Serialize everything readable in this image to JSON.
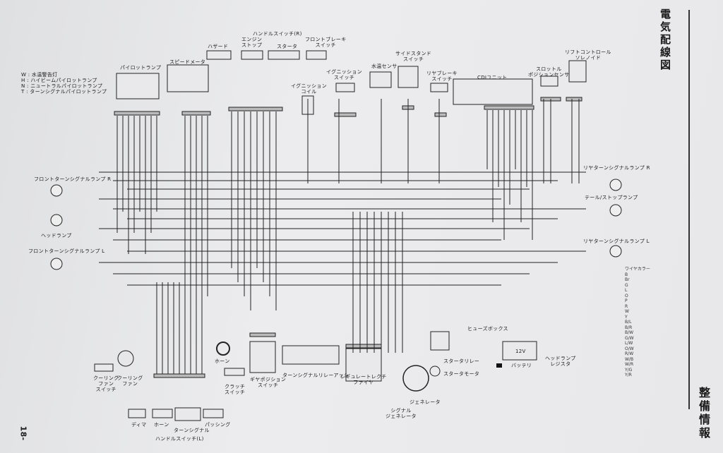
{
  "title": "電気配線図",
  "section": "整備情報",
  "page_number": "18-",
  "legend": [
    "W : 水温警告灯",
    "H : ハイビームパイロットランプ",
    "N : ニュートラルパイロットランプ",
    "T : ターンシグナルパイロットランプ"
  ],
  "components": {
    "pilot_lamp": "パイロットランプ",
    "speedometer": "スピードメータ",
    "handle_switch_r": "ハンドルスイッチ(R)",
    "hazard": "ハザード",
    "engine_stop": "エンジン\nストップ",
    "starter": "スタータ",
    "front_brake_switch": "フロントブレーキ\nスイッチ",
    "ignition_coil": "イグニッション\nコイル",
    "ignition_switch": "イグニッション\nスイッチ",
    "water_temp_sensor": "水温センサ",
    "side_stand_switch": "サイドスタンド\nスイッチ",
    "rear_brake_switch": "リヤブレーキ\nスイッチ",
    "cdi_unit": "CDIユニット",
    "throttle_position_sensor": "スロットル\nポジションセンサ",
    "lift_control_solenoid": "リフトコントロール\nソレノイド",
    "front_turn_r": "フロントターンシグナルランプ R",
    "headlamp": "ヘッドランプ",
    "front_turn_l": "フロントターンシグナルランプ L",
    "rear_turn_r": "リヤターンシグナルランプ R",
    "tail_stop": "テール/ストップランプ",
    "rear_turn_l": "リヤターンシグナルランプ L",
    "cooling_fan_switch": "クーリング\nファン\nスイッチ",
    "cooling_fan": "クーリング\nファン",
    "horn": "ホーン",
    "clutch_switch": "クラッチ\nスイッチ",
    "gear_position_switch": "ギヤポジション\nスイッチ",
    "turn_relay": "ターンシグナルリレーアッシ",
    "regulator_rectifier": "レギュレートレクチ\nファイヤ",
    "signal_generator": "シグナル\nジェネレータ",
    "generator": "ジェネレータ",
    "starter_relay": "スタータリレー",
    "starter_motor": "スタータモータ",
    "fuse_box": "ヒューズボックス",
    "battery": "バッテリ",
    "battery_voltage": "12V",
    "headlamp_resistor": "ヘッドランプ\nレジスタ",
    "dimmer": "ディマ",
    "horn_switch": "ホーン",
    "turn_signal_switch": "ターンシグナル",
    "passing": "パッシング",
    "handle_switch_l": "ハンドルスイッチ(L)"
  },
  "wire_color_title": "ワイヤカラー",
  "wire_colors": [
    "B",
    "Br",
    "G",
    "L",
    "O",
    "P",
    "R",
    "W",
    "Y",
    "B/L",
    "B/R",
    "B/W",
    "G/W",
    "L/W",
    "O/W",
    "R/W",
    "W/B",
    "W/R",
    "Y/G",
    "Y/R"
  ]
}
